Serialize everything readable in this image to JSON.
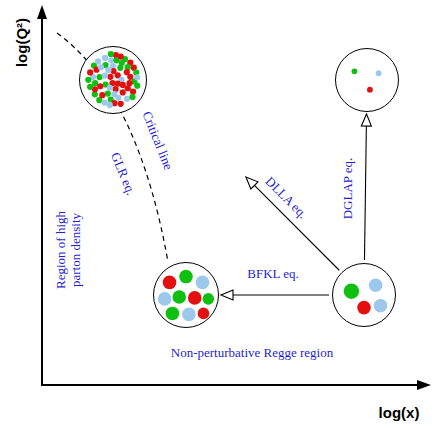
{
  "diagram": {
    "nodes": [
      {
        "text": []
      },
      {
        "text": []
      },
      {
        "text": []
      },
      {
        "text": []
      }
    ],
    "edges": [
      {
        "from": 3,
        "to": 1,
        "arrow": "to",
        "label": "DGLAP eq."
      },
      {
        "from": 3,
        "to": 0,
        "arrow": "to",
        "label": "DLLA eq."
      },
      {
        "from": 3,
        "to": 2,
        "arrow": "to",
        "label": "BFKL eq."
      }
    ],
    "labels": [
      "log(Q²)",
      "log(x)",
      "Critical line",
      "GLR eq.",
      "Region of high parton density",
      "Non-perturbative Regge region"
    ]
  }
}
